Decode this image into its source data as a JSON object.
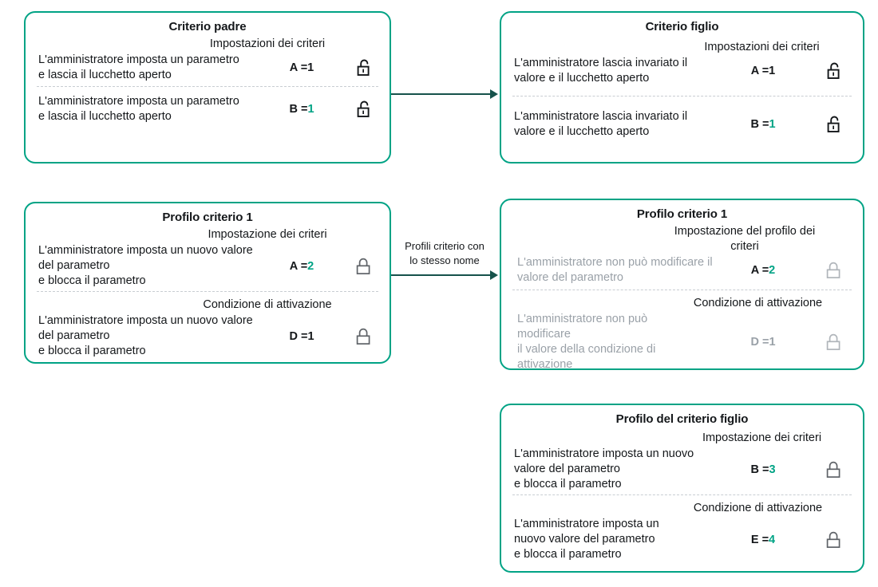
{
  "colors": {
    "box_border": "#00a385",
    "accent_value": "#00a385",
    "connector": "#16524b",
    "text": "#14171a",
    "text_disabled": "#9aa1a8",
    "divider": "#c8cdd2"
  },
  "boxes": {
    "parent_policy": {
      "title": "Criterio padre",
      "rows": [
        {
          "section": "Impostazioni dei criteri",
          "description": "L'amministratore imposta un parametro\n e lascia il lucchetto aperto",
          "key": "A =",
          "value": "1",
          "value_accent": false,
          "lock": "unlock-icon",
          "lock_state": "open",
          "dimmed": false
        },
        {
          "section": "",
          "description": "L'amministratore imposta un parametro\n e lascia il lucchetto aperto",
          "key": "B =",
          "value": "1",
          "value_accent": true,
          "lock": "unlock-icon",
          "lock_state": "open",
          "dimmed": false
        }
      ]
    },
    "child_policy": {
      "title": "Criterio figlio",
      "rows": [
        {
          "section": "Impostazioni dei criteri",
          "description": "L'amministratore lascia invariato il valore e il lucchetto aperto",
          "key": "A =",
          "value": "1",
          "value_accent": false,
          "lock": "unlock-icon",
          "lock_state": "open",
          "dimmed": false
        },
        {
          "section": "",
          "description": "L'amministratore lascia invariato il valore e il lucchetto aperto",
          "key": "B =",
          "value": "1",
          "value_accent": true,
          "lock": "unlock-icon",
          "lock_state": "open",
          "dimmed": false
        }
      ]
    },
    "policy_profile_1_left": {
      "title": "Profilo criterio 1",
      "rows": [
        {
          "section": "Impostazione dei criteri",
          "description": "L'amministratore imposta un nuovo valore del parametro\n e blocca il parametro",
          "key": "A =",
          "value": "2",
          "value_accent": true,
          "lock": "lock-icon",
          "lock_state": "closed",
          "dimmed": false
        },
        {
          "section": "Condizione di attivazione",
          "description": "L'amministratore imposta un nuovo valore del parametro\n e blocca il parametro",
          "key": "D =",
          "value": "1",
          "value_accent": false,
          "lock": "lock-icon",
          "lock_state": "closed",
          "dimmed": false
        }
      ]
    },
    "policy_profile_1_right": {
      "title": "Profilo criterio 1",
      "rows": [
        {
          "section": "Impostazione del profilo dei criteri",
          "description": "L'amministratore non può modificare il valore del parametro",
          "key": "A =",
          "value": "2",
          "value_accent": true,
          "lock": "lock-icon",
          "lock_state": "closed",
          "dimmed": true
        },
        {
          "section": "Condizione di attivazione",
          "description": "L'amministratore non può modificare\n il valore della condizione di attivazione",
          "key": "D =",
          "value": "1",
          "value_accent": false,
          "lock": "lock-icon",
          "lock_state": "closed",
          "dimmed": true
        }
      ]
    },
    "child_policy_profile": {
      "title": "Profilo del criterio figlio",
      "rows": [
        {
          "section": "Impostazione dei criteri",
          "description": "L'amministratore imposta un nuovo valore del parametro\n e blocca il parametro",
          "key": "B =",
          "value": "3",
          "value_accent": true,
          "lock": "lock-icon",
          "lock_state": "closed",
          "dimmed": false
        },
        {
          "section": "Condizione di attivazione",
          "description": "L'amministratore imposta un nuovo valore del parametro\n e blocca il parametro",
          "key": "E =",
          "value": "4",
          "value_accent": true,
          "lock": "lock-icon",
          "lock_state": "closed",
          "dimmed": false
        }
      ]
    }
  },
  "connectors": {
    "top": {
      "label": ""
    },
    "middle": {
      "label": "Profili criterio con\nlo stesso nome"
    }
  }
}
